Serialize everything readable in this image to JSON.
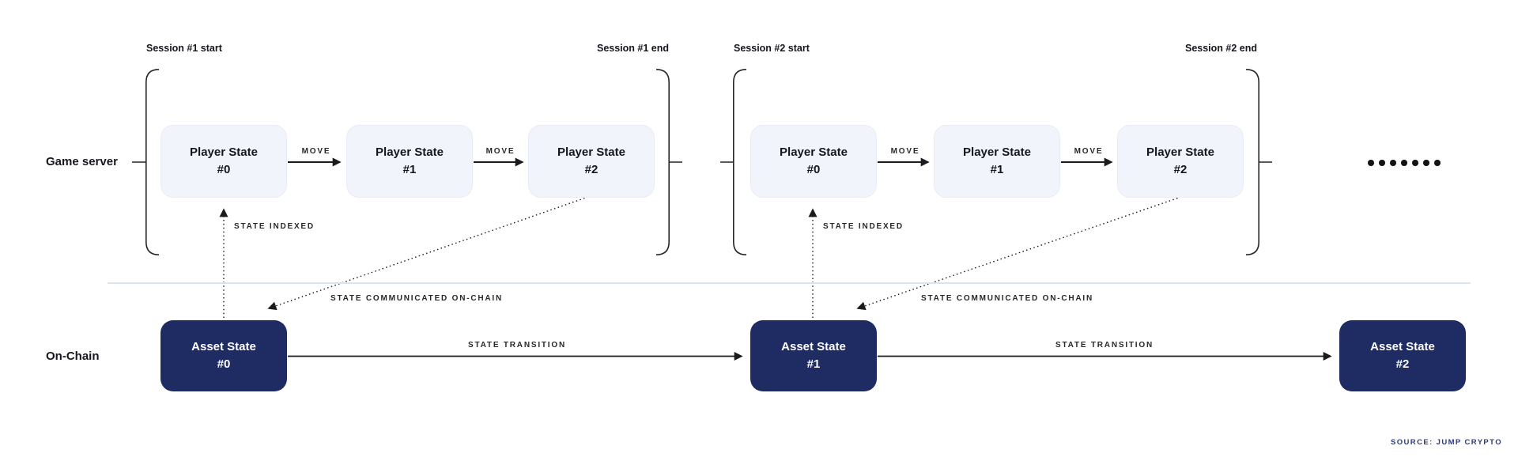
{
  "rows": {
    "game_server_label": "Game server",
    "on_chain_label": "On-Chain"
  },
  "sessions": [
    {
      "start_label": "Session #1 start",
      "end_label": "Session #1 end",
      "player_states": [
        {
          "title": "Player State",
          "number": "#0"
        },
        {
          "title": "Player State",
          "number": "#1"
        },
        {
          "title": "Player State",
          "number": "#2"
        }
      ]
    },
    {
      "start_label": "Session #2 start",
      "end_label": "Session #2 end",
      "player_states": [
        {
          "title": "Player State",
          "number": "#0"
        },
        {
          "title": "Player State",
          "number": "#1"
        },
        {
          "title": "Player State",
          "number": "#2"
        }
      ]
    }
  ],
  "asset_states": [
    {
      "title": "Asset State",
      "number": "#0"
    },
    {
      "title": "Asset State",
      "number": "#1"
    },
    {
      "title": "Asset State",
      "number": "#2"
    }
  ],
  "edge_labels": {
    "move": "MOVE",
    "state_indexed": "STATE INDEXED",
    "state_communicated": "STATE COMMUNICATED ON-CHAIN",
    "state_transition": "STATE TRANSITION"
  },
  "continuation_dots": {
    "count": 7
  },
  "source_label": "SOURCE: JUMP CRYPTO",
  "colors": {
    "asset_box": "#1f2b63",
    "player_box": "#f1f4fa",
    "player_box_border": "#e7ecf8",
    "divider": "#dce3f3",
    "line": "#26272b",
    "text": "#15171e",
    "source_text": "#2f3d7a"
  }
}
